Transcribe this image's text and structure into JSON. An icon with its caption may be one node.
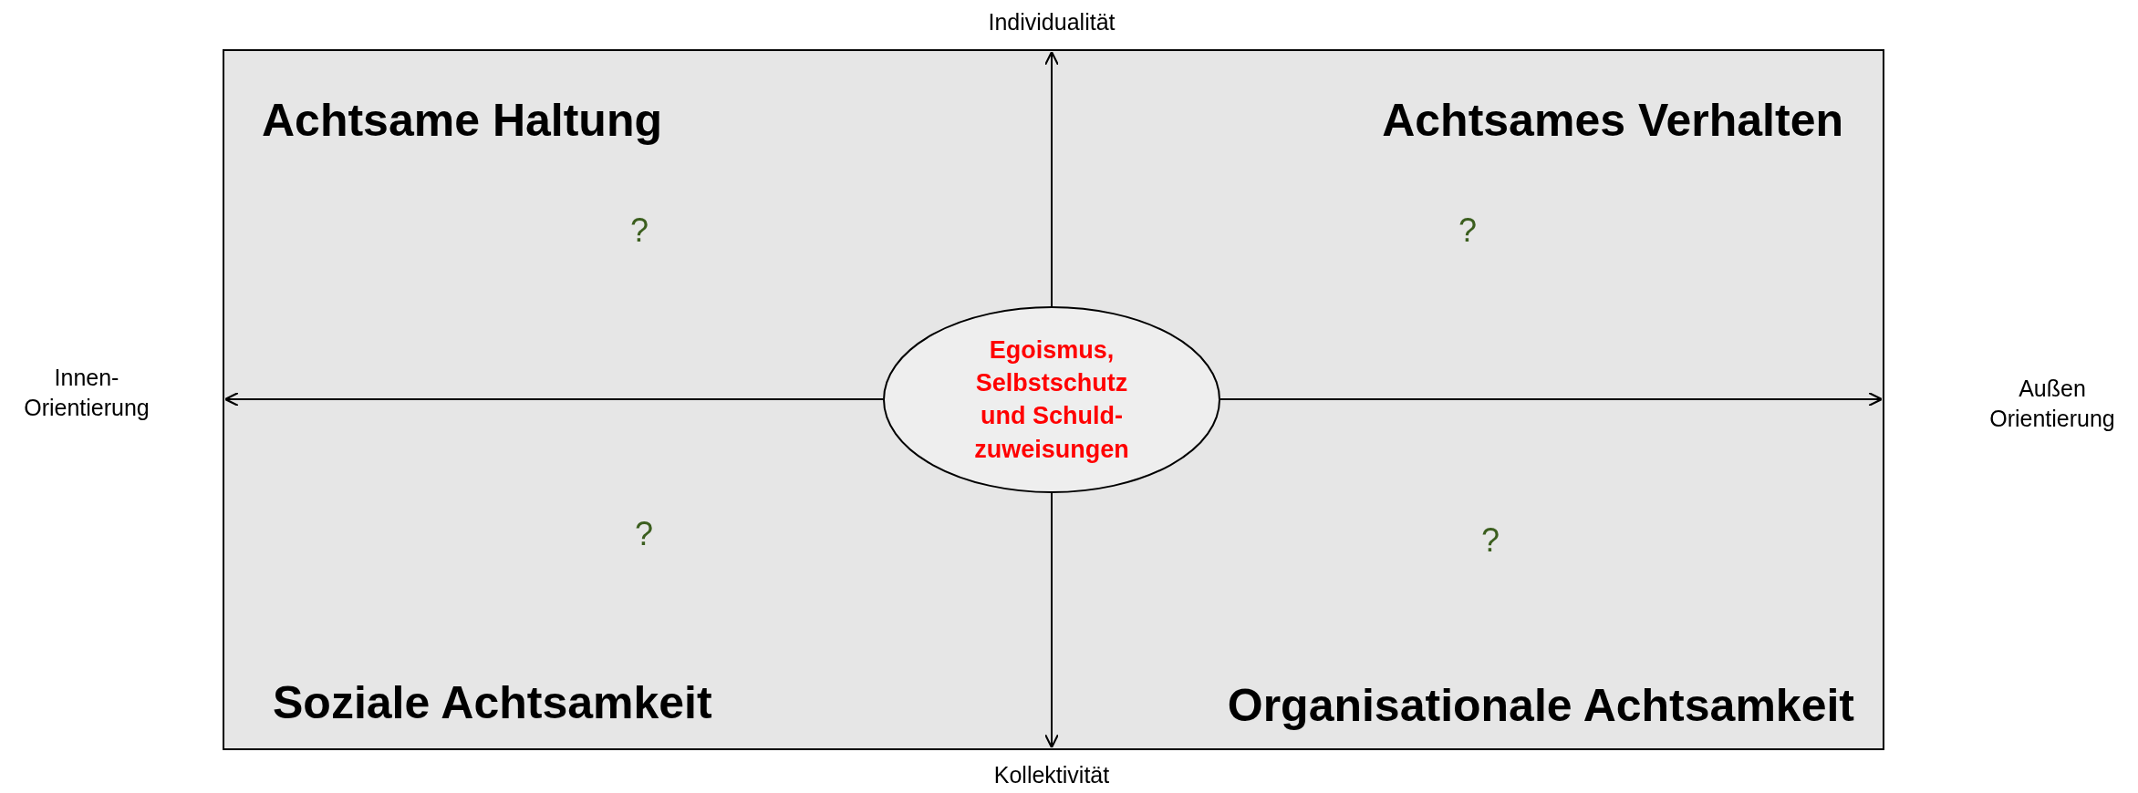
{
  "diagram": {
    "nodes": [
      {
        "text": [
          "Egoismus, Selbstschutz und Schuld- zuweisungen"
        ]
      }
    ],
    "labels": [
      "Individualität",
      "Achtsame Haltung",
      "Achtsames Verhalten",
      "?",
      "?",
      "Innen- Orientierung",
      "Außen Orientierung",
      "?",
      "?",
      "Soziale Achtsamkeit",
      "Organisationale Achtsamkeit",
      "Kollektivität"
    ]
  }
}
